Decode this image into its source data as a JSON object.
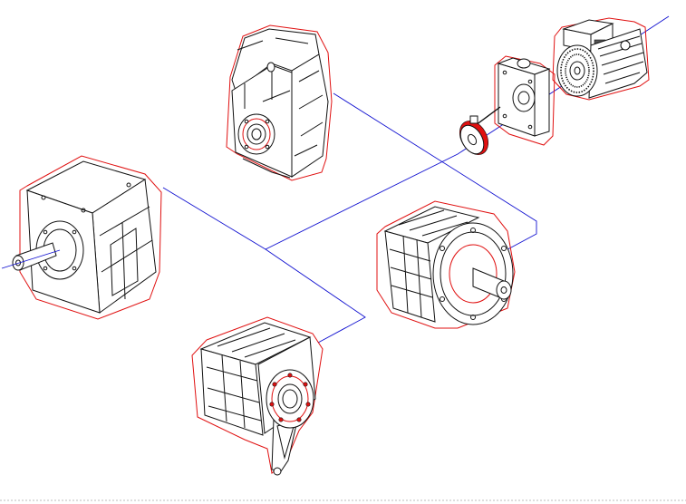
{
  "colors": {
    "background": "#ffffff",
    "connector_line": "#1010d0",
    "outline_red": "#e01010",
    "outline_black": "#111111"
  },
  "components": [
    "helical-gearbox-upper",
    "electric-motor",
    "motor-adapter-flange",
    "input-pinion-gear",
    "bevel-gearbox-left",
    "flange-gearbox-right",
    "shaft-mounted-gearbox-lower"
  ]
}
